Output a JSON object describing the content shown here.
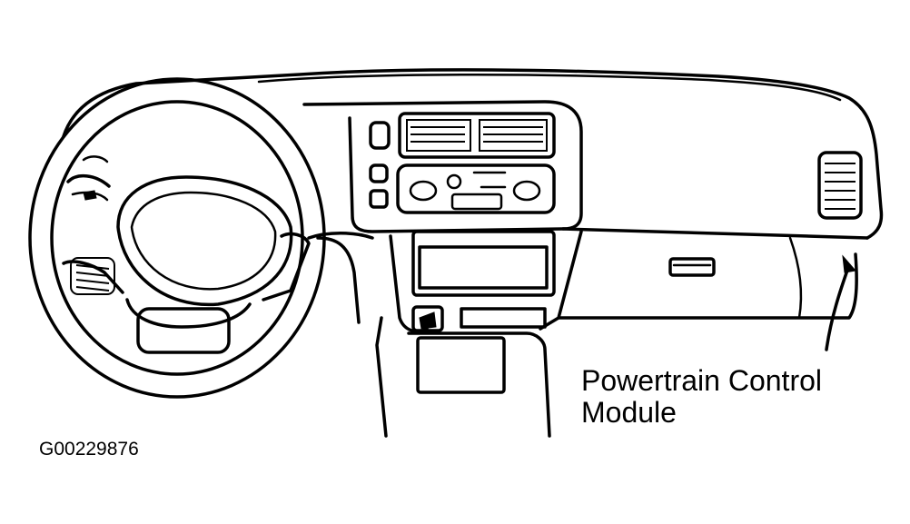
{
  "callout": {
    "line1": "Powertrain Control",
    "line2": "Module"
  },
  "figure_id": "G00229876",
  "colors": {
    "ink": "#000000",
    "background": "#ffffff"
  }
}
